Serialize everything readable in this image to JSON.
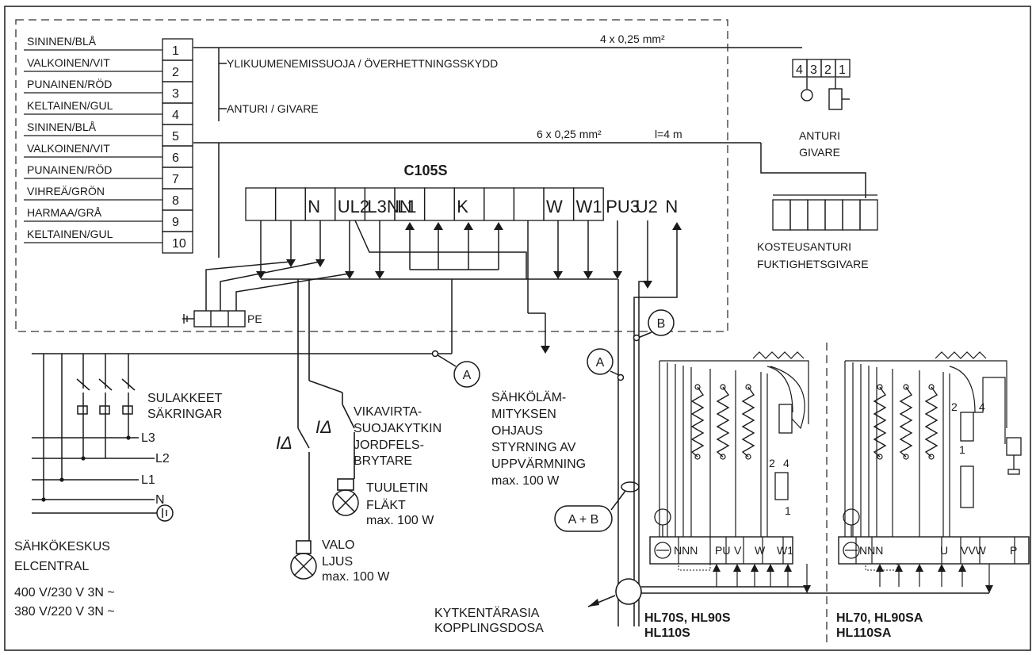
{
  "wire_colors": [
    "SININEN/BLÅ",
    "VALKOINEN/VIT",
    "PUNAINEN/RÖD",
    "KELTAINEN/GUL",
    "SININEN/BLÅ",
    "VALKOINEN/VIT",
    "PUNAINEN/RÖD",
    "VIHREÄ/GRÖN",
    "HARMAA/GRÅ",
    "KELTAINEN/GUL"
  ],
  "wire_numbers": [
    "1",
    "2",
    "3",
    "4",
    "5",
    "6",
    "7",
    "8",
    "9",
    "10"
  ],
  "cable_top": "4 x 0,25 mm²",
  "overheat_label": "YLIKUUMENEMISSUOJA / ÖVERHETTNINGSSKYDD",
  "sensor_label": "ANTURI / GIVARE",
  "cable_mid": "6 x 0,25 mm²",
  "cable_length": "l=4 m",
  "sensor_pins": [
    "4",
    "3",
    "2",
    "1"
  ],
  "sensor_caption_1": "ANTURI",
  "sensor_caption_2": "GIVARE",
  "controller_title": "C105S",
  "controller_terminals": [
    "",
    "",
    "N",
    "UL2",
    "L3NN",
    "L1",
    "",
    "K",
    "",
    "",
    "W",
    "W1",
    "PU3",
    "U2",
    "N"
  ],
  "humidity_1": "KOSTEUSANTURI",
  "humidity_2": "FUKTIGHETSGIVARE",
  "pe_label": "PE",
  "fuses_1": "SULAKKEET",
  "fuses_2": "SÄKRINGAR",
  "phases": [
    "L3",
    "L2",
    "L1",
    "N"
  ],
  "rcd_symbol": "IΔ",
  "rcd_1": "VIKAVIRTA-",
  "rcd_2": "SUOJAKYTKIN",
  "rcd_3": "JORDFELS-",
  "rcd_4": "BRYTARE",
  "fan_1": "TUULETIN",
  "fan_2": "FLÄKT",
  "fan_3": "max. 100 W",
  "light_1": "VALO",
  "light_2": "LJUS",
  "light_3": "max. 100 W",
  "heating_1": "SÄHKÖLÄM-",
  "heating_2": "MITYKSEN",
  "heating_3": "OHJAUS",
  "heating_4": "STYRNING AV",
  "heating_5": "UPPVÄRMNING",
  "heating_6": "max. 100 W",
  "marker_a": "A",
  "marker_b": "B",
  "marker_ab": "A + B",
  "central_1": "SÄHKÖKESKUS",
  "central_2": "ELCENTRAL",
  "voltage_1": "400 V/230 V 3N ~",
  "voltage_2": "380 V/220 V 3N ~",
  "jb_1": "KYTKENTÄRASIA",
  "jb_2": "KOPPLINGSDOSA",
  "heater1_terms": [
    "NNN",
    "PU",
    "V",
    "W",
    "W1"
  ],
  "heater1_name_1": "HL70S, HL90S",
  "heater1_name_2": "HL110S",
  "heater2_terms": [
    "NNN",
    "U",
    "VVW",
    "P"
  ],
  "heater2_name_1": "HL70, HL90SA",
  "heater2_name_2": "HL110SA",
  "thermo_1": "2",
  "thermo_2": "4",
  "thermo_3": "1"
}
